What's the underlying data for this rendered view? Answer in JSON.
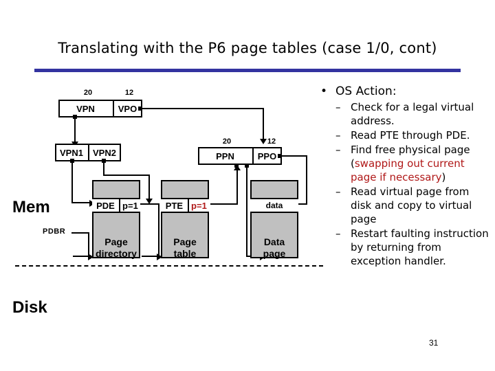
{
  "slide": {
    "title": "Translating with the P6 page tables (case 1/0, cont)",
    "page_number": "31",
    "rule_color": "#3333a0",
    "accent_red": "#b01818",
    "block_gray": "#c0c0c0"
  },
  "diagram": {
    "virtual_address": {
      "bits_left": "20",
      "bits_right": "12",
      "field_left": "VPN",
      "field_right": "VPO"
    },
    "vpn_split": {
      "field_left": "VPN1",
      "field_right": "VPN2"
    },
    "physical_address": {
      "bits_left": "20",
      "bits_right": "12",
      "field_left": "PPN",
      "field_right": "PPO"
    },
    "page_directory": {
      "entry_label": "PDE",
      "entry_flag": "p=1",
      "entry_flag_color": "black",
      "caption": "Page\ndirectory"
    },
    "page_table": {
      "entry_label": "PTE",
      "entry_flag": "p=1",
      "entry_flag_color": "red",
      "caption": "Page\ntable"
    },
    "data_page": {
      "entry_label": "data",
      "caption": "Data\npage"
    },
    "mem_label": "Mem",
    "disk_label": "Disk",
    "pdbr_label": "PDBR"
  },
  "bullets": {
    "marker_level1": "•",
    "marker_level2": "–",
    "heading": "OS Action:",
    "items": [
      {
        "text": "Check for a legal virtual address.",
        "red_part": ""
      },
      {
        "text": "Read PTE through PDE.",
        "red_part": ""
      },
      {
        "text_before": "Find free physical page (",
        "red_part": "swapping out current page if necessary",
        "text_after": ")"
      },
      {
        "text": "Read virtual page from disk and copy to virtual page",
        "red_part": ""
      },
      {
        "text": "Restart faulting instruction by returning from exception handler.",
        "red_part": ""
      }
    ]
  }
}
